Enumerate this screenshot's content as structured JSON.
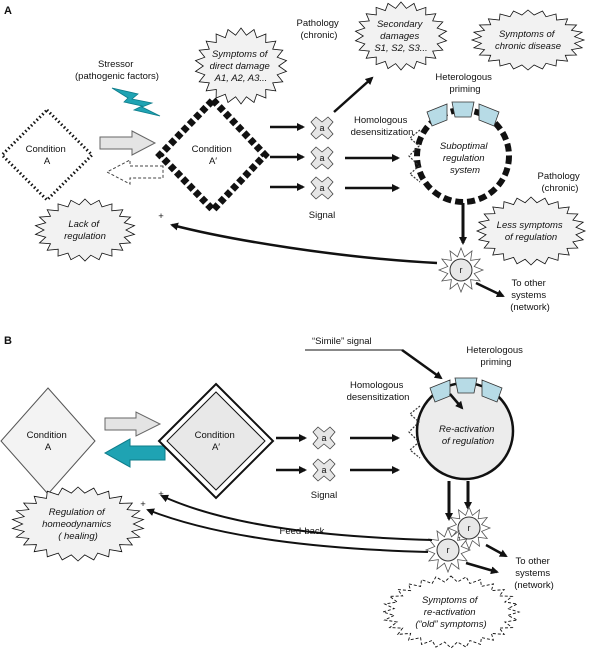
{
  "colors": {
    "teal": "#1fa3b3",
    "light_blue": "#b7dbe6",
    "box_fill": "#f0f0f0",
    "node_fill": "#e6e6e6"
  },
  "panel_a": {
    "panel_label": "A",
    "condition_a": [
      "Condition",
      "A"
    ],
    "condition_a_prime": [
      "Condition",
      "A′"
    ],
    "stressor": [
      "Stressor",
      "(pathogenic factors)"
    ],
    "symptoms_direct_damage": [
      "Symptoms of",
      "direct damage",
      "A1, A2, A3..."
    ],
    "pathology_top": [
      "Pathology",
      "(chronic)"
    ],
    "secondary_damages": [
      "Secondary",
      "damages",
      "S1, S2, S3..."
    ],
    "symptoms_chronic": [
      "Symptoms of",
      "chronic disease"
    ],
    "heterologous_priming": [
      "Heterologous",
      "priming"
    ],
    "homologous_desensitization": [
      "Homologous",
      "desensitization"
    ],
    "suboptimal_regulation": [
      "Suboptimal",
      "regulation",
      "system"
    ],
    "pathology_right": [
      "Pathology",
      "(chronic)"
    ],
    "signal_node_letter": "a",
    "signal": "Signal",
    "lack_of_regulation": [
      "Lack of",
      "regulation"
    ],
    "plus": "+",
    "less_symptoms": [
      "Less symptoms",
      "of regulation"
    ],
    "receptor_letter": "r",
    "to_other_systems": [
      "To other",
      "systems",
      "(network)"
    ]
  },
  "panel_b": {
    "panel_label": "B",
    "condition_a": [
      "Condition",
      "A"
    ],
    "condition_a_prime": [
      "Condition",
      "A′"
    ],
    "simile_signal": "“Simile” signal",
    "heterologous_priming": [
      "Heterologous",
      "priming"
    ],
    "homologous_desensitization": [
      "Homologous",
      "desensitization"
    ],
    "reactivation": [
      "Re-activation",
      "of regulation"
    ],
    "signal_node_letter": "a",
    "signal": "Signal",
    "regulation_homeodynamics": [
      "Regulation of",
      "homeodynamics",
      "( healing)"
    ],
    "plus": "+",
    "feed_back": "Feed-back",
    "receptor_letter": "r",
    "to_other_systems": [
      "To other",
      "systems",
      "(network)"
    ],
    "symptoms_reactivation": [
      "Symptoms of",
      "re-activation",
      "(“old” symptoms)"
    ]
  }
}
